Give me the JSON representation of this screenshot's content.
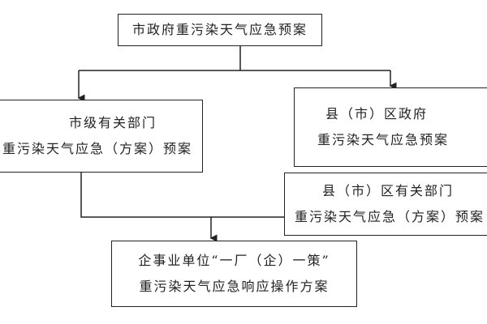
{
  "nodes": {
    "city_gov": {
      "line1": "市政府重污染天气应急预案"
    },
    "city_depts": {
      "line1": "市级有关部门",
      "line2": "重污染天气应急（方案）预案"
    },
    "county_gov": {
      "line1": "县（市）区政府",
      "line2": "重污染天气应急预案"
    },
    "county_depts": {
      "line1": "县（市）区有关部门",
      "line2": "重污染天气应急（方案）预案"
    },
    "enterprise": {
      "line1": "企事业单位“一厂（企）一策”",
      "line2": "重污染天气应急响应操作方案"
    }
  }
}
